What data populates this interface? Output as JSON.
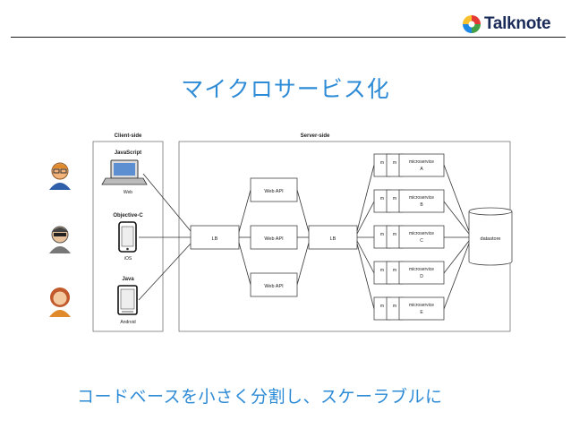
{
  "brand": {
    "name": "Talknote",
    "colors": {
      "red": "#e53935",
      "yellow": "#fbc02d",
      "green": "#43a047",
      "blue": "#1e88e5",
      "navy": "#1a2b5a"
    }
  },
  "slide": {
    "title": "マイクロサービス化",
    "caption": "コードベースを小さく分割し、スケーラブルに",
    "accent_color": "#2e8bd6"
  },
  "diagram": {
    "client_panel": {
      "label": "Client-side",
      "groups": [
        {
          "heading": "JavaScript",
          "device": "Web",
          "icon": "laptop-icon"
        },
        {
          "heading": "Objective-C",
          "device": "iOS",
          "icon": "iphone-icon"
        },
        {
          "heading": "Java",
          "device": "Android",
          "icon": "android-phone-icon"
        }
      ]
    },
    "server_panel": {
      "label": "Server-side",
      "lb_front": "LB",
      "web_apis": [
        "Web API",
        "Web API",
        "Web API"
      ],
      "lb_back": "LB",
      "stack_marker": "m",
      "microservices": [
        {
          "line1": "microservice",
          "line2": "A"
        },
        {
          "line1": "microservice",
          "line2": "B"
        },
        {
          "line1": "microservice",
          "line2": "C"
        },
        {
          "line1": "microservice",
          "line2": "D"
        },
        {
          "line1": "microservice",
          "line2": "E"
        }
      ],
      "datastore": "datastore"
    },
    "users": [
      {
        "icon": "user-glasses-icon"
      },
      {
        "icon": "user-sunglasses-icon"
      },
      {
        "icon": "user-woman-icon"
      }
    ]
  }
}
